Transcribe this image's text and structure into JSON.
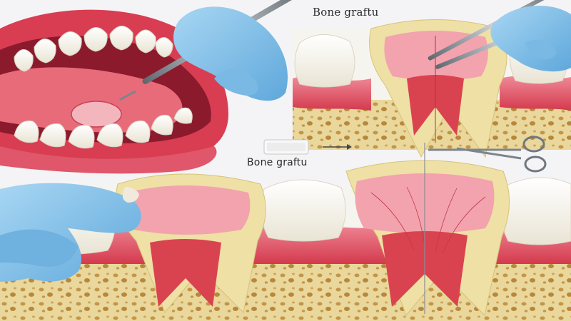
{
  "labels": {
    "top": "Bone graftu",
    "middle": "Bone graftu"
  },
  "colors": {
    "background": "#f4f4f6",
    "gum": "#e04a5c",
    "gum_light": "#f3a3ad",
    "tooth_enamel": "#f7f4ea",
    "dentin": "#efe0a6",
    "pulp": "#d9434f",
    "bone": "#e9d79c",
    "bone_pore": "#b8873a",
    "glove": "#8ec5ea",
    "instrument": "#7c858d"
  },
  "icons": {
    "open_mouth": "open-mouth-illustration",
    "dental_probe": "dental-probe-icon",
    "forceps": "forceps-icon",
    "scissors": "scissors-icon",
    "graft_block": "bone-graft-block-icon",
    "arrow": "arrow-right-icon"
  }
}
